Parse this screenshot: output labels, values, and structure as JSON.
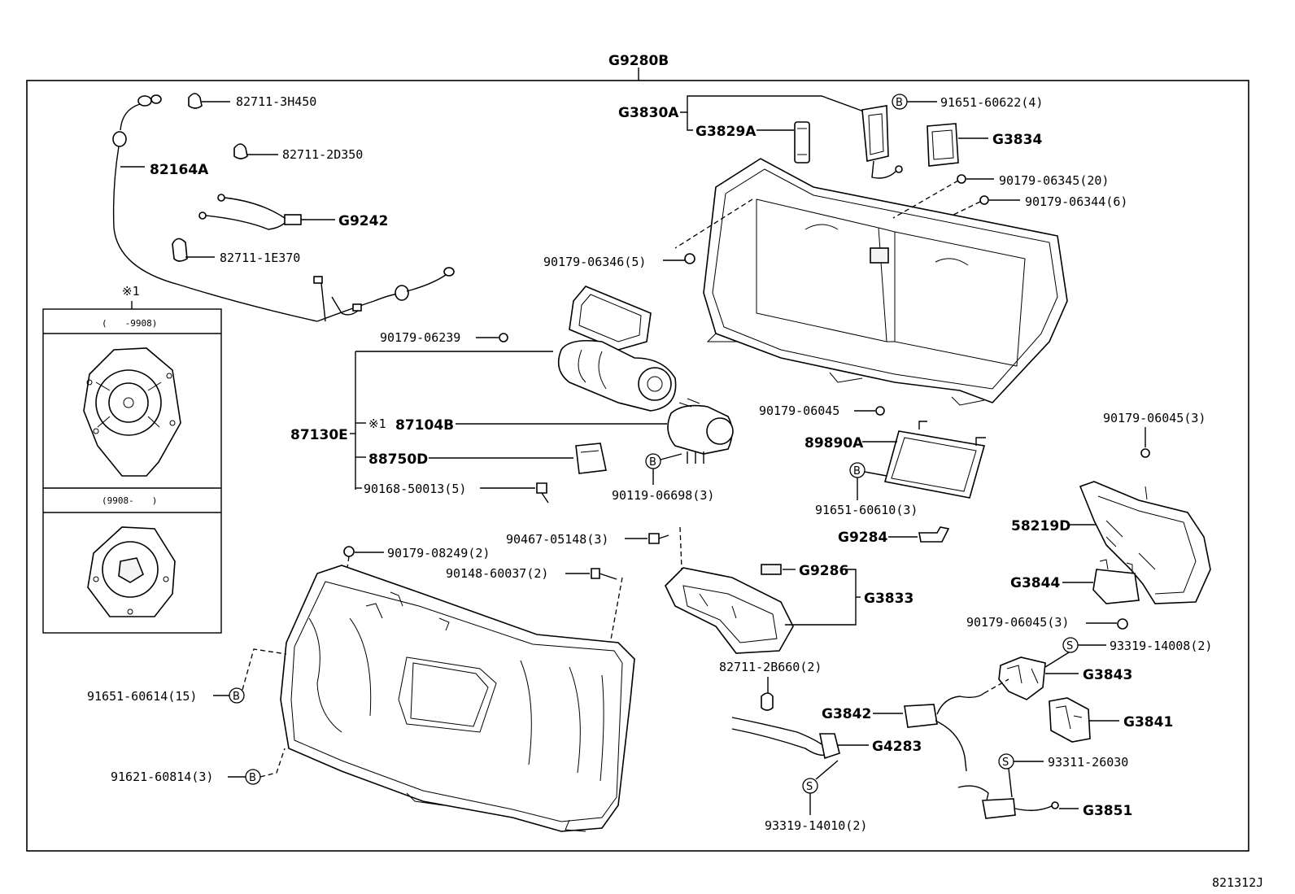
{
  "title": "G9280B",
  "figure_code": "821312J",
  "inset": {
    "marker": "※1",
    "top_label": "(　　-9908)",
    "bottom_label": "(9908-　　)"
  },
  "labels": {
    "p82711_3H450": "82711-3H450",
    "p82711_2D350": "82711-2D350",
    "p82164A": "82164A",
    "pG9242": "G9242",
    "p82711_1E370": "82711-1E370",
    "pG3830A": "G3830A",
    "pG3829A": "G3829A",
    "p91651_60622": "91651-60622(4)",
    "pG3834": "G3834",
    "p90179_06345": "90179-06345(20)",
    "p90179_06344": "90179-06344(6)",
    "p90179_06346": "90179-06346(5)",
    "p90179_06239": "90179-06239",
    "p87130E": "87130E",
    "p87104B_mark": "※1",
    "p87104B": "87104B",
    "p88750D": "88750D",
    "p90168_50013": "90168-50013(5)",
    "p90119_06698": "90119-06698(3)",
    "p90179_06045a": "90179-06045",
    "p89890A": "89890A",
    "p91651_60610": "91651-60610(3)",
    "p90179_06045b": "90179-06045(3)",
    "p58219D": "58219D",
    "pG9284": "G9284",
    "p90467_05148": "90467-05148(3)",
    "p90179_08249": "90179-08249(2)",
    "p90148_60037": "90148-60037(2)",
    "pG9286": "G9286",
    "pG3833": "G3833",
    "pG3844": "G3844",
    "p90179_06045c": "90179-06045(3)",
    "p93319_14008": "93319-14008(2)",
    "p82711_2B660": "82711-2B660(2)",
    "pG3843": "G3843",
    "p91651_60614": "91651-60614(15)",
    "pG3842": "G3842",
    "pG4283": "G4283",
    "pG3841": "G3841",
    "p93311_26030": "93311-26030",
    "p91621_60814": "91621-60814(3)",
    "pG3851": "G3851",
    "p93319_14010": "93319-14010(2)"
  },
  "callouts": {
    "B": "B",
    "S": "S"
  }
}
